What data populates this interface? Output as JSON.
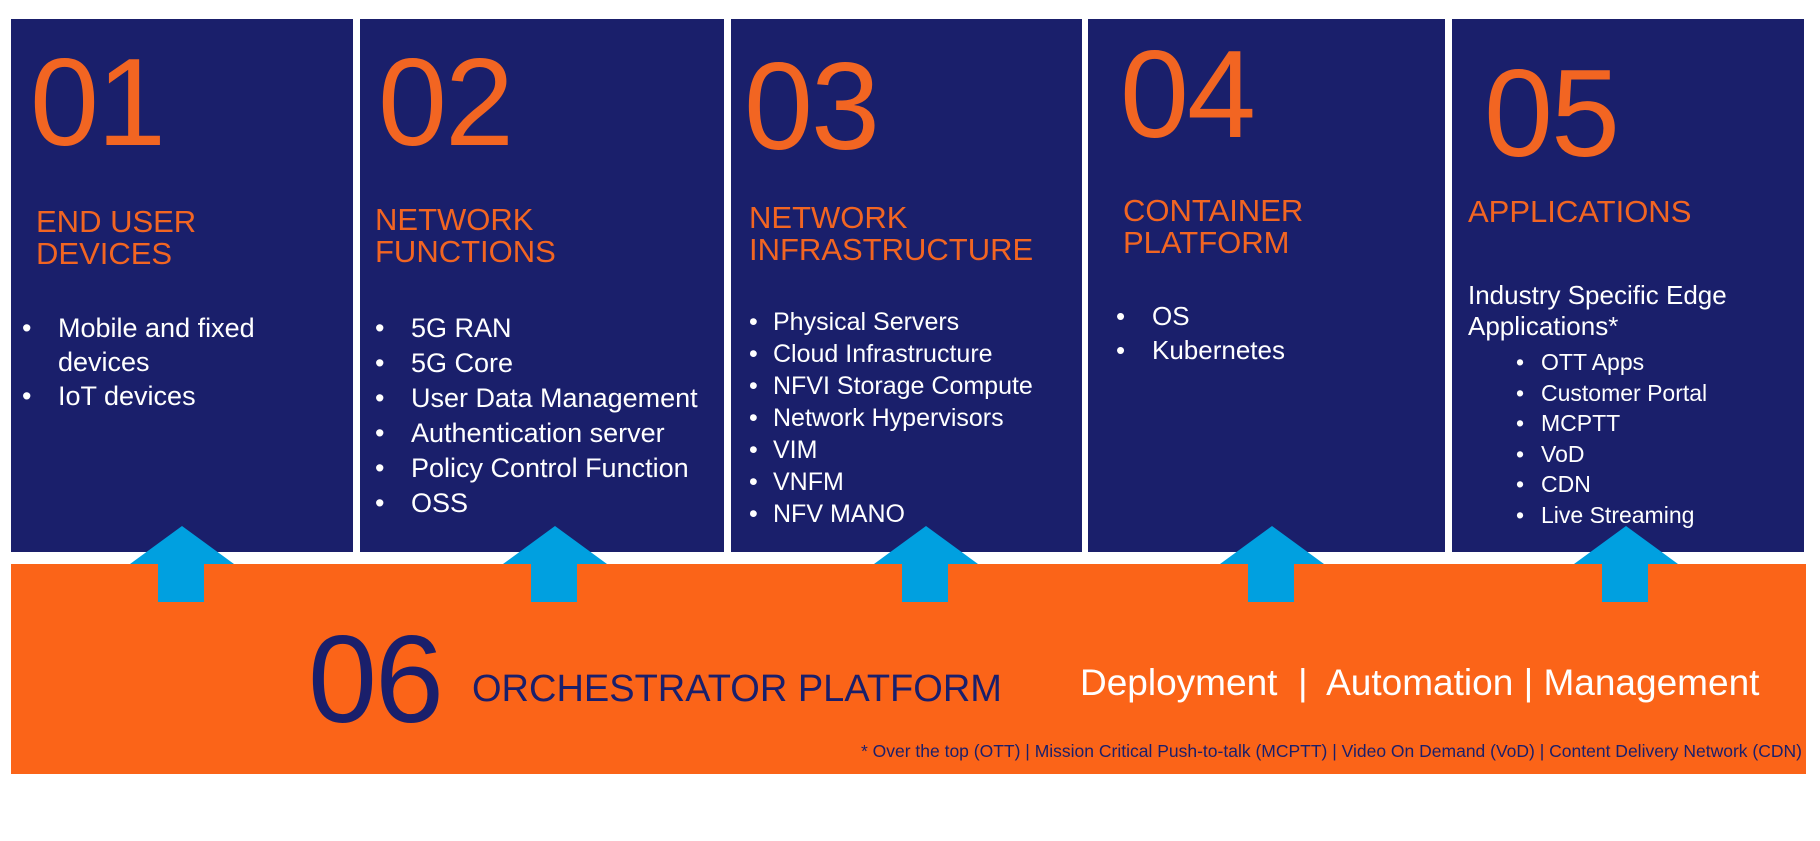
{
  "panels": [
    {
      "number": "01",
      "title_lines": [
        "END USER",
        "DEVICES"
      ],
      "intro_lines": [],
      "items": [
        "Mobile and fixed devices",
        "IoT devices"
      ]
    },
    {
      "number": "02",
      "title_lines": [
        "NETWORK",
        "FUNCTIONS"
      ],
      "intro_lines": [],
      "items": [
        "5G RAN",
        "5G Core",
        "User Data Management",
        "Authentication server",
        "Policy Control Function",
        "OSS"
      ]
    },
    {
      "number": "03",
      "title_lines": [
        "NETWORK",
        "INFRASTRUCTURE"
      ],
      "intro_lines": [],
      "items": [
        "Physical Servers",
        "Cloud Infrastructure",
        "NFVI Storage Compute",
        "Network Hypervisors",
        "VIM",
        "VNFM",
        "NFV MANO"
      ]
    },
    {
      "number": "04",
      "title_lines": [
        "CONTAINER",
        "PLATFORM"
      ],
      "intro_lines": [],
      "items": [
        "OS",
        "Kubernetes"
      ]
    },
    {
      "number": "05",
      "title_lines": [
        "APPLICATIONS"
      ],
      "intro_lines": [
        "Industry Specific Edge",
        "Applications*"
      ],
      "items": [
        "OTT Apps",
        "Customer Portal",
        "MCPTT",
        "VoD",
        "CDN",
        "Live Streaming"
      ]
    }
  ],
  "orchestrator": {
    "number": "06",
    "title": "ORCHESTRATOR PLATFORM",
    "tagline": "Deployment  |  Automation | Management",
    "footnote": "* Over the top (OTT) | Mission Critical Push-to-talk (MCPTT) | Video On Demand (VoD) | Content Delivery Network (CDN)"
  },
  "colors": {
    "navy": "#1a1f6b",
    "orange": "#fb6418",
    "accent_orange": "#f26522",
    "arrow_blue": "#00a0e0"
  }
}
